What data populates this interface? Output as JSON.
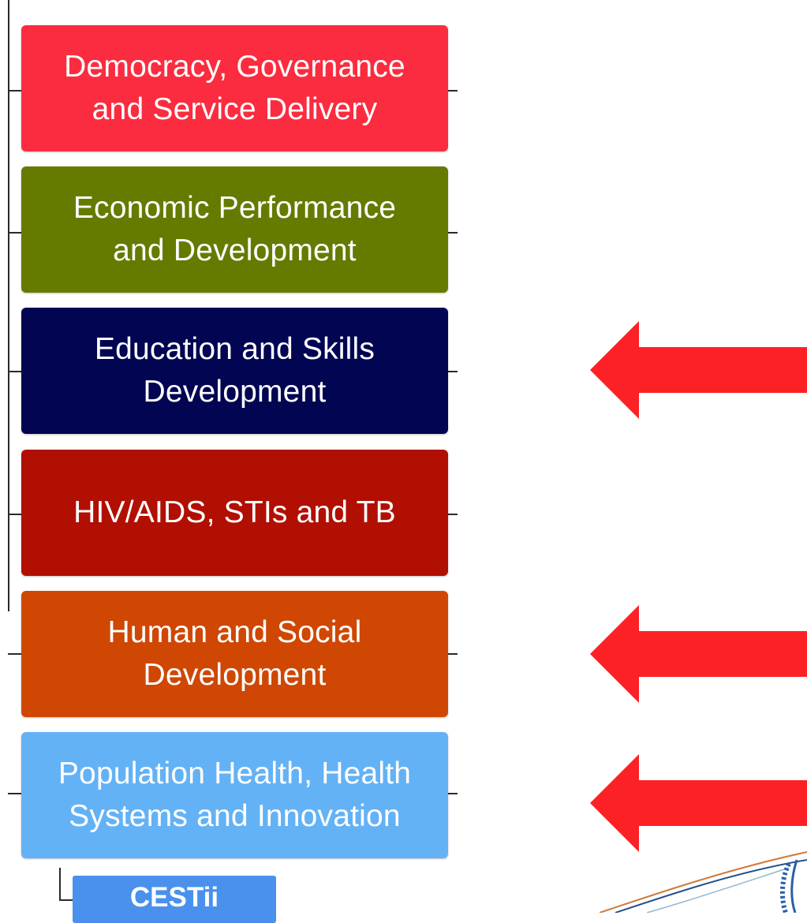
{
  "boxes": [
    {
      "label": "Democracy, Governance\nand Service Delivery",
      "bg": "#fb2c3f",
      "fg": "#ffffff"
    },
    {
      "label": "Economic Performance\nand Development",
      "bg": "#647b00",
      "fg": "#ffffff"
    },
    {
      "label": "Education and Skills\nDevelopment",
      "bg": "#020552",
      "fg": "#ffffff"
    },
    {
      "label": "HIV/AIDS, STIs and TB",
      "bg": "#b10f02",
      "fg": "#ffffff"
    },
    {
      "label": "Human and Social\nDevelopment",
      "bg": "#cf4703",
      "fg": "#ffffff"
    },
    {
      "label": "Population Health, Health\nSystems and Innovation",
      "bg": "#63b2f5",
      "fg": "#ffffff"
    }
  ],
  "sub_box": {
    "label": "CESTii",
    "bg": "#4a91ee",
    "fg": "#ffffff"
  },
  "arrow_color": "#fc2125",
  "arrow_targets": [
    "Education and Skills\nDevelopment",
    "Human and Social\nDevelopment",
    "Population Health, Health\nSystems and Innovation"
  ],
  "icons": [
    "left-arrow-icon",
    "logo-emblem-icon"
  ]
}
